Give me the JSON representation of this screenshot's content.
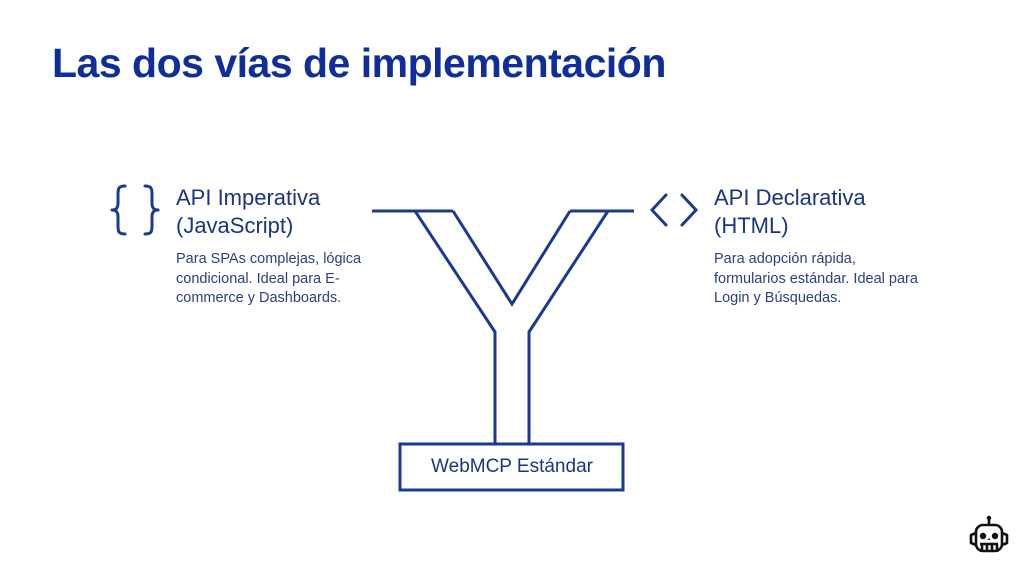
{
  "slide": {
    "title": "Las dos vías de implementación"
  },
  "left_branch": {
    "icon": "curly-braces-icon",
    "heading_line1": "API Imperativa",
    "heading_line2": "(JavaScript)",
    "desc_line1": "Para SPAs complejas, lógica",
    "desc_line2": "condicional. Ideal para E-",
    "desc_line3": "commerce y Dashboards."
  },
  "right_branch": {
    "icon": "angle-brackets-icon",
    "heading_line1": "API Declarativa",
    "heading_line2": "(HTML)",
    "desc_line1": "Para adopción rápida,",
    "desc_line2": "formularios estándar. Ideal para",
    "desc_line3": "Login y Búsquedas."
  },
  "merge": {
    "label": "WebMCP Estándar"
  },
  "corner": {
    "icon": "robot-icon"
  },
  "colors": {
    "title": "#0f2e99",
    "lines": "#1a3a8f",
    "text": "#1b3580",
    "background": "#ffffff"
  }
}
